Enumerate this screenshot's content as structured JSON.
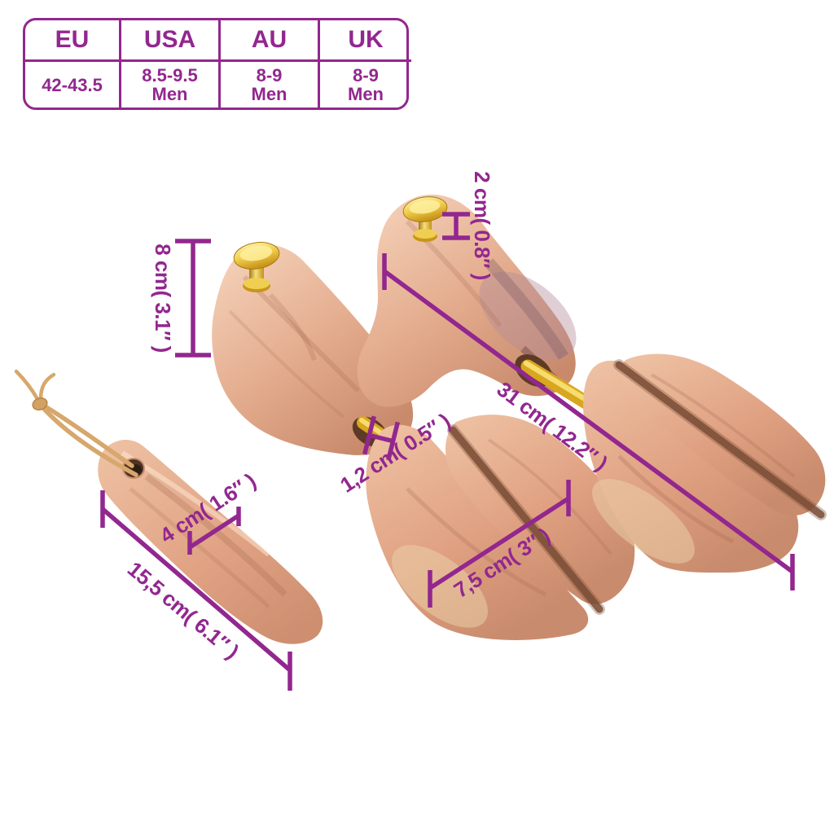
{
  "colors": {
    "annotation": "#92278F",
    "wood_light": "#F4D3BC",
    "wood_mid": "#E0A587",
    "wood_dark": "#C5886B",
    "gold": "#E9C23D",
    "background": "#FFFFFF"
  },
  "size_table": {
    "columns": [
      {
        "header": "EU",
        "size": "42-43.5",
        "gender": ""
      },
      {
        "header": "USA",
        "size": "8.5-9.5",
        "gender": "Men"
      },
      {
        "header": "AU",
        "size": "8-9",
        "gender": "Men"
      },
      {
        "header": "UK",
        "size": "8-9",
        "gender": "Men"
      }
    ]
  },
  "dimensions": {
    "knob_height": "2 cm( 0.8″ )",
    "stretcher_height": "8 cm( 3.1″ )",
    "stretcher_length": "31 cm( 12.2″ )",
    "rod_diameter": "1,2 cm( 0.5″ )",
    "toe_width": "7,5 cm( 3″ )",
    "shoehorn_width": "4 cm( 1.6″ )",
    "shoehorn_length": "15,5 cm( 6.1″ )"
  }
}
